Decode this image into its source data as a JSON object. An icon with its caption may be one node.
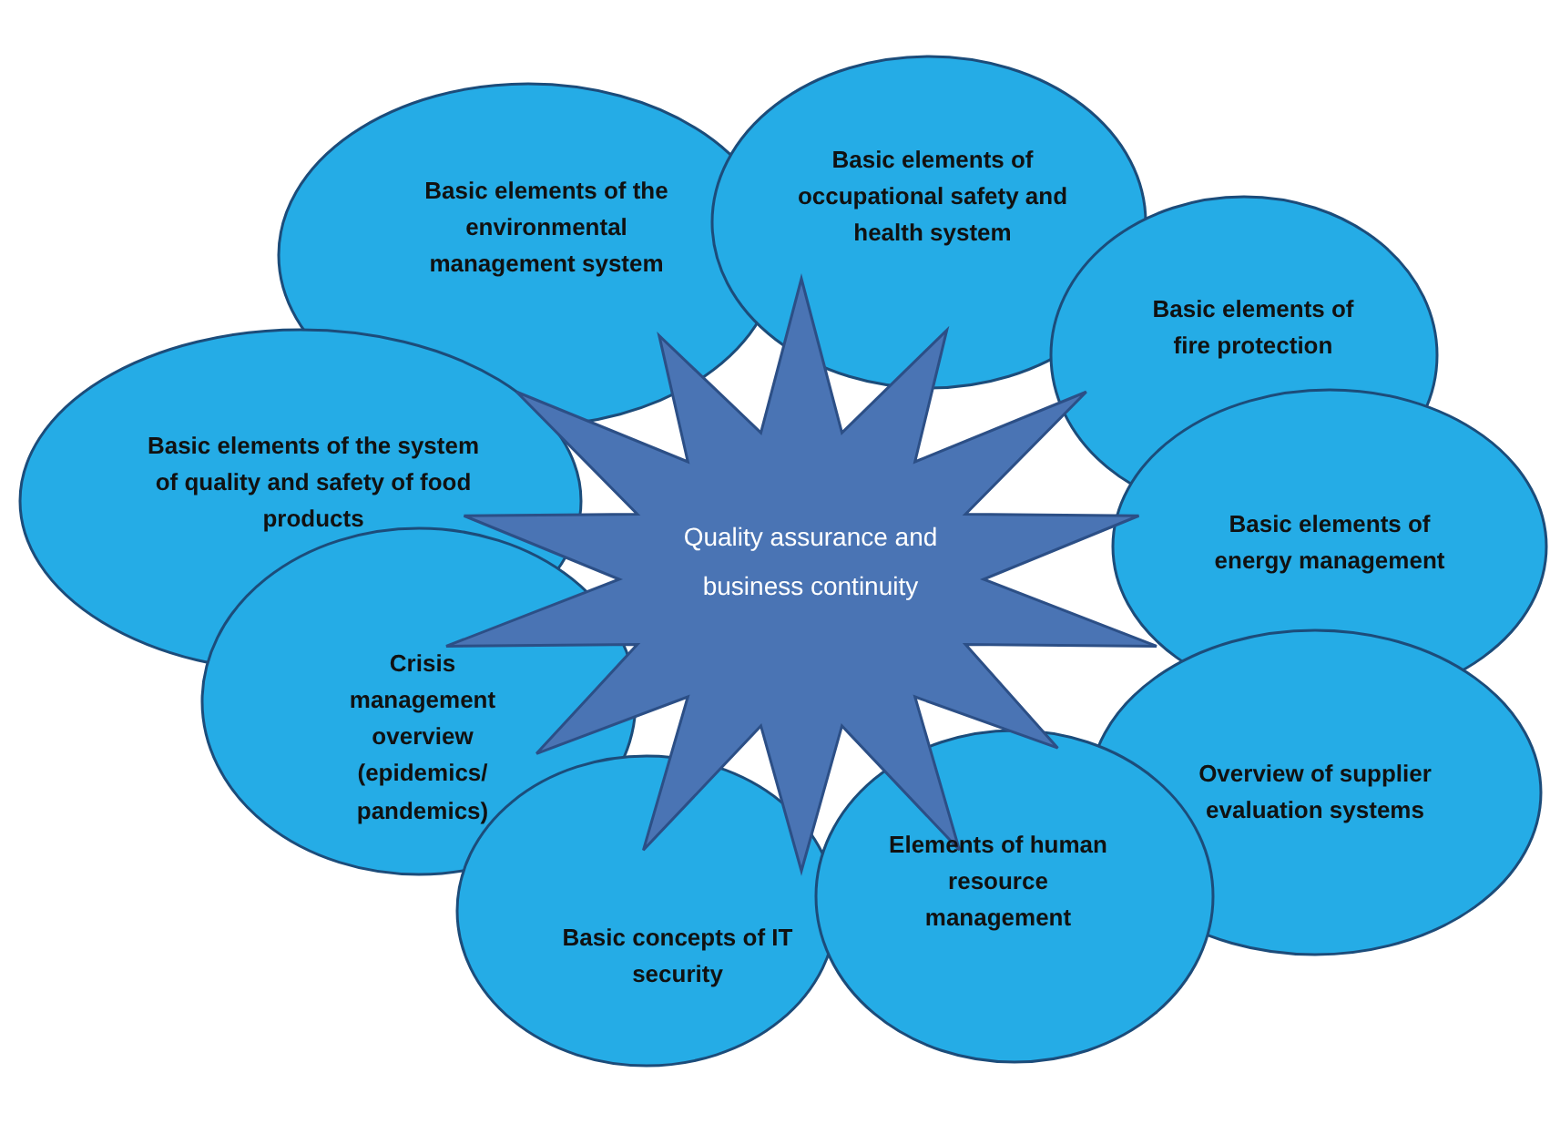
{
  "diagram": {
    "nodes": [
      {
        "text": [
          "Basic elements of the environmental management system"
        ]
      },
      {
        "text": [
          "Basic elements of occupational safety and health system"
        ]
      },
      {
        "text": [
          "Basic elements of fire protection"
        ]
      },
      {
        "text": [
          "Basic elements of the system of quality and safety of food products"
        ]
      },
      {
        "text": [
          "Quality assurance and business continuity"
        ]
      },
      {
        "text": [
          "Basic elements of energy management"
        ]
      },
      {
        "text": [
          "Crisis management overview (epidemics/ pandemics)"
        ]
      },
      {
        "text": [
          "Overview of supplier evaluation systems"
        ]
      },
      {
        "text": [
          "Elements of human resource management"
        ]
      },
      {
        "text": [
          "Basic concepts of IT security"
        ]
      }
    ]
  }
}
